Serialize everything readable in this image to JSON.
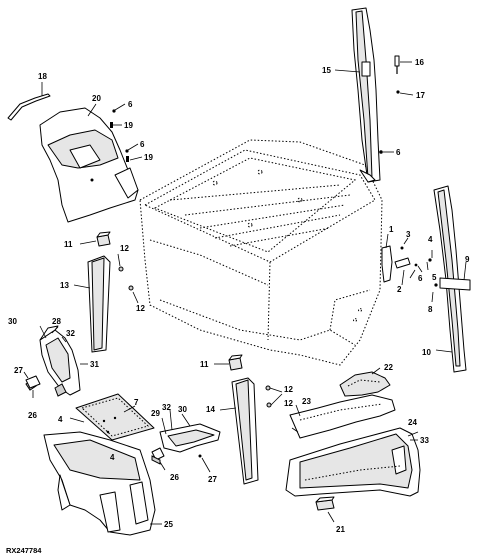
{
  "figure": {
    "reference": "RX247784"
  },
  "callouts": [
    "18",
    "20",
    "6",
    "19",
    "6",
    "19",
    "15",
    "16",
    "17",
    "6",
    "11",
    "12",
    "13",
    "12",
    "1",
    "3",
    "4",
    "9",
    "2",
    "5",
    "6",
    "8",
    "10",
    "30",
    "28",
    "32",
    "31",
    "27",
    "26",
    "7",
    "4",
    "4",
    "29",
    "32",
    "30",
    "26",
    "27",
    "25",
    "11",
    "12",
    "12",
    "14",
    "22",
    "23",
    "24",
    "33",
    "21"
  ]
}
